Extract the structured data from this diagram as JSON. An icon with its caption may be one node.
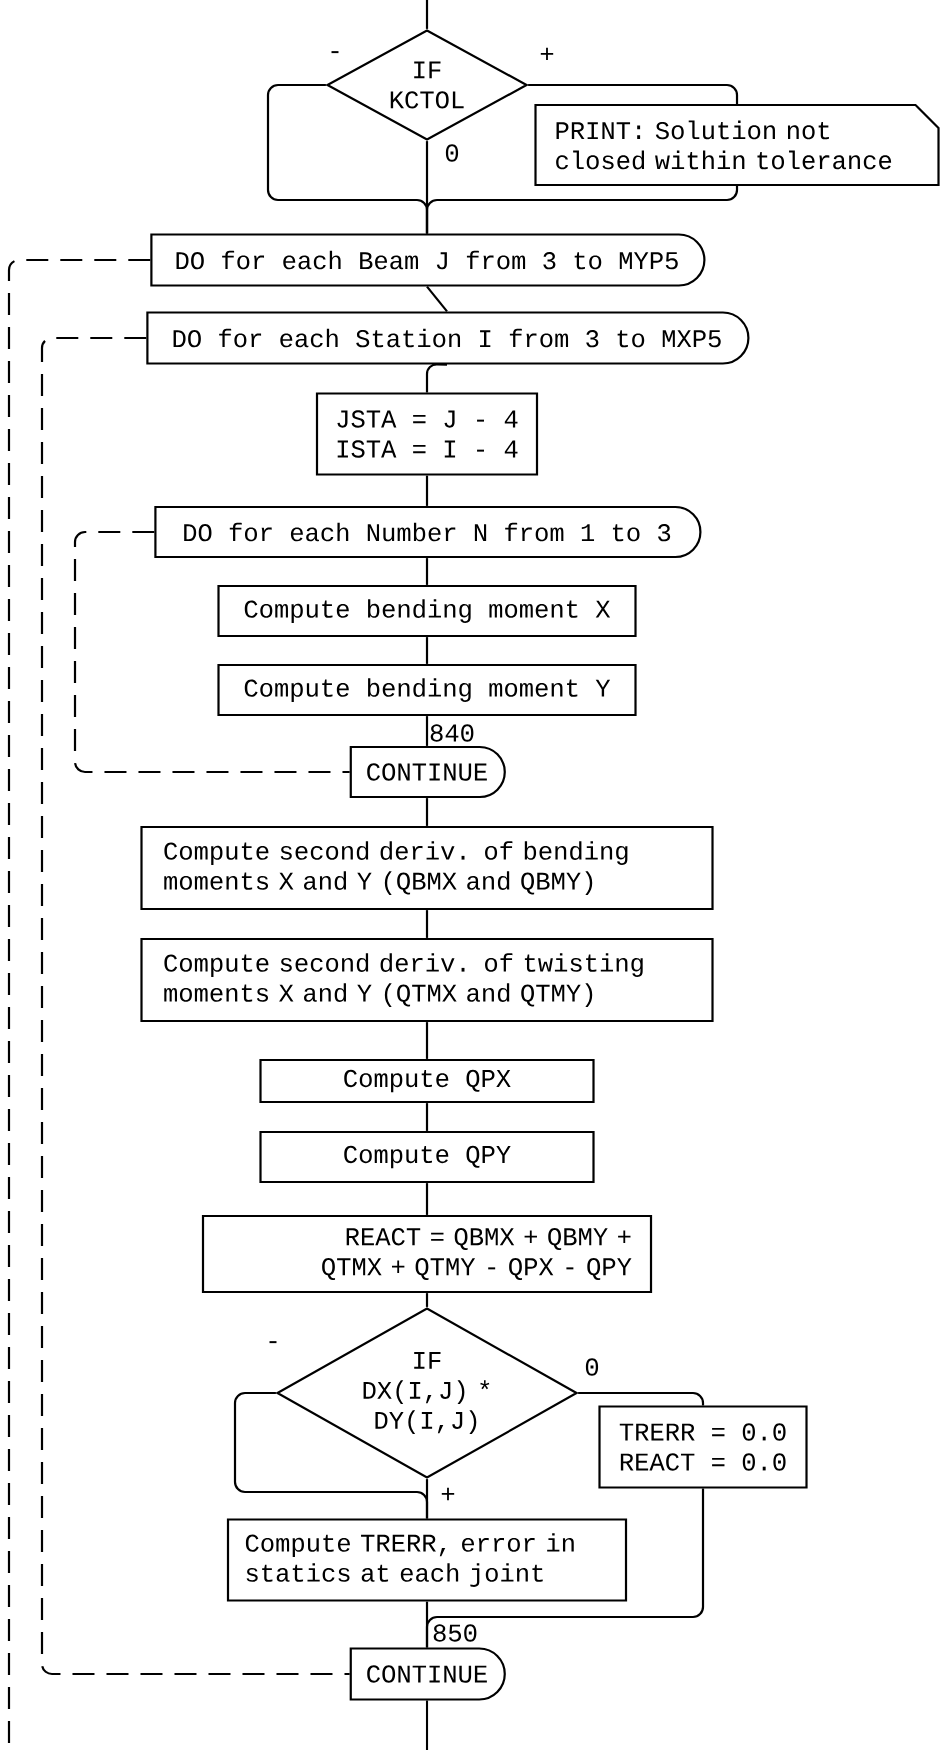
{
  "diagram": {
    "nodes": [
      {
        "text": [
          "IF KCTOL"
        ]
      },
      {
        "text": [
          "PRINT: Solution not closed within tolerance"
        ]
      },
      {
        "text": [
          "DO for each Beam J from 3 to MYP5"
        ]
      },
      {
        "text": [
          "DO for each Station I from 3 to MXP5"
        ]
      },
      {
        "text": [
          "JSTA = J - 4",
          "ISTA = I - 4"
        ]
      },
      {
        "text": [
          "DO for each Number N from 1 to 3"
        ]
      },
      {
        "text": [
          "Compute bending moment X"
        ]
      },
      {
        "text": [
          "Compute bending moment Y"
        ]
      },
      {
        "text": [
          "CONTINUE"
        ],
        "beside": [
          "840"
        ]
      },
      {
        "text": [
          "Compute second deriv. of bending moments X and Y (QBMX and QBMY)"
        ]
      },
      {
        "text": [
          "Compute second deriv. of twisting moments X and Y (QTMX and QTMY)"
        ]
      },
      {
        "text": [
          "Compute QPX"
        ]
      },
      {
        "text": [
          "Compute QPY"
        ]
      },
      {
        "text": [
          "REACT = QBMX + QBMY + QTMX + QTMY - QPX - QPY"
        ]
      },
      {
        "text": [
          "IF DX(I,J) * DY(I,J)"
        ]
      },
      {
        "text": [
          "TRERR = 0.0",
          "REACT = 0.0"
        ]
      },
      {
        "text": [
          "Compute TRERR, error in statics at each joint"
        ]
      },
      {
        "text": [
          "CONTINUE"
        ],
        "beside": [
          "850"
        ]
      }
    ],
    "edges": [
      {
        "from": null,
        "to": 0,
        "arrow": "none"
      },
      {
        "from": 0,
        "to": 2,
        "label": "-",
        "arrow": "none"
      },
      {
        "from": 0,
        "to": 1,
        "label": "+",
        "arrow": "none"
      },
      {
        "from": 0,
        "to": 2,
        "label": "0",
        "arrow": "none"
      },
      {
        "from": 1,
        "to": 2,
        "arrow": "none"
      },
      {
        "from": 2,
        "to": 3,
        "arrow": "none"
      },
      {
        "from": 3,
        "to": 4,
        "arrow": "none"
      },
      {
        "from": 4,
        "to": 5,
        "arrow": "none"
      },
      {
        "from": 5,
        "to": 6,
        "arrow": "none"
      },
      {
        "from": 6,
        "to": 7,
        "arrow": "none"
      },
      {
        "from": 7,
        "to": 8,
        "arrow": "none"
      },
      {
        "from": 8,
        "to": 9,
        "arrow": "none"
      },
      {
        "from": 9,
        "to": 10,
        "arrow": "none"
      },
      {
        "from": 10,
        "to": 11,
        "arrow": "none"
      },
      {
        "from": 11,
        "to": 12,
        "arrow": "none"
      },
      {
        "from": 12,
        "to": 13,
        "arrow": "none"
      },
      {
        "from": 13,
        "to": 14,
        "arrow": "none"
      },
      {
        "from": 14,
        "to": 16,
        "label": "-",
        "arrow": "none"
      },
      {
        "from": 14,
        "to": 15,
        "label": "0",
        "arrow": "none"
      },
      {
        "from": 14,
        "to": 16,
        "label": "+",
        "arrow": "none"
      },
      {
        "from": 15,
        "to": 17,
        "arrow": "none"
      },
      {
        "from": 16,
        "to": 17,
        "arrow": "none"
      },
      {
        "from": 17,
        "to": null,
        "arrow": "none"
      },
      {
        "from": 5,
        "to": 8,
        "arrow": "none",
        "style": "dashed"
      },
      {
        "from": 3,
        "to": 17,
        "arrow": "none",
        "style": "dashed"
      },
      {
        "from": 2,
        "to": null,
        "arrow": "none",
        "style": "dashed"
      }
    ]
  }
}
